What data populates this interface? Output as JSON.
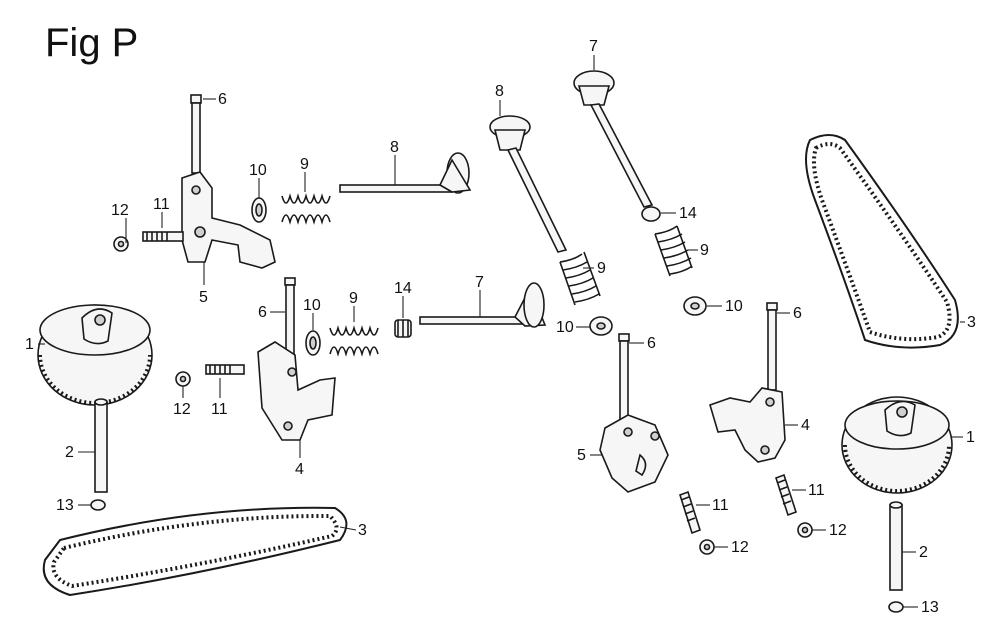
{
  "figure": {
    "title": "Fig P"
  },
  "callouts": [
    {
      "id": "c6a",
      "text": "6"
    },
    {
      "id": "c12a",
      "text": "12"
    },
    {
      "id": "c11a",
      "text": "11"
    },
    {
      "id": "c10a",
      "text": "10"
    },
    {
      "id": "c9a",
      "text": "9"
    },
    {
      "id": "c8a",
      "text": "8"
    },
    {
      "id": "c5a",
      "text": "5"
    },
    {
      "id": "c1a",
      "text": "1"
    },
    {
      "id": "c2a",
      "text": "2"
    },
    {
      "id": "c13a",
      "text": "13"
    },
    {
      "id": "c6b",
      "text": "6"
    },
    {
      "id": "c10b",
      "text": "10"
    },
    {
      "id": "c9b",
      "text": "9"
    },
    {
      "id": "c14a",
      "text": "14"
    },
    {
      "id": "c7a",
      "text": "7"
    },
    {
      "id": "c12b",
      "text": "12"
    },
    {
      "id": "c11b",
      "text": "11"
    },
    {
      "id": "c4a",
      "text": "4"
    },
    {
      "id": "c3a",
      "text": "3"
    },
    {
      "id": "c7b",
      "text": "7"
    },
    {
      "id": "c8b",
      "text": "8"
    },
    {
      "id": "c14b",
      "text": "14"
    },
    {
      "id": "c9c",
      "text": "9"
    },
    {
      "id": "c9d",
      "text": "9"
    },
    {
      "id": "c10c",
      "text": "10"
    },
    {
      "id": "c10d",
      "text": "10"
    },
    {
      "id": "c6c",
      "text": "6"
    },
    {
      "id": "c6d",
      "text": "6"
    },
    {
      "id": "c3b",
      "text": "3"
    },
    {
      "id": "c5b",
      "text": "5"
    },
    {
      "id": "c4b",
      "text": "4"
    },
    {
      "id": "c11c",
      "text": "11"
    },
    {
      "id": "c12c",
      "text": "12"
    },
    {
      "id": "c11d",
      "text": "11"
    },
    {
      "id": "c12d",
      "text": "12"
    },
    {
      "id": "c1b",
      "text": "1"
    },
    {
      "id": "c2b",
      "text": "2"
    },
    {
      "id": "c13b",
      "text": "13"
    }
  ]
}
